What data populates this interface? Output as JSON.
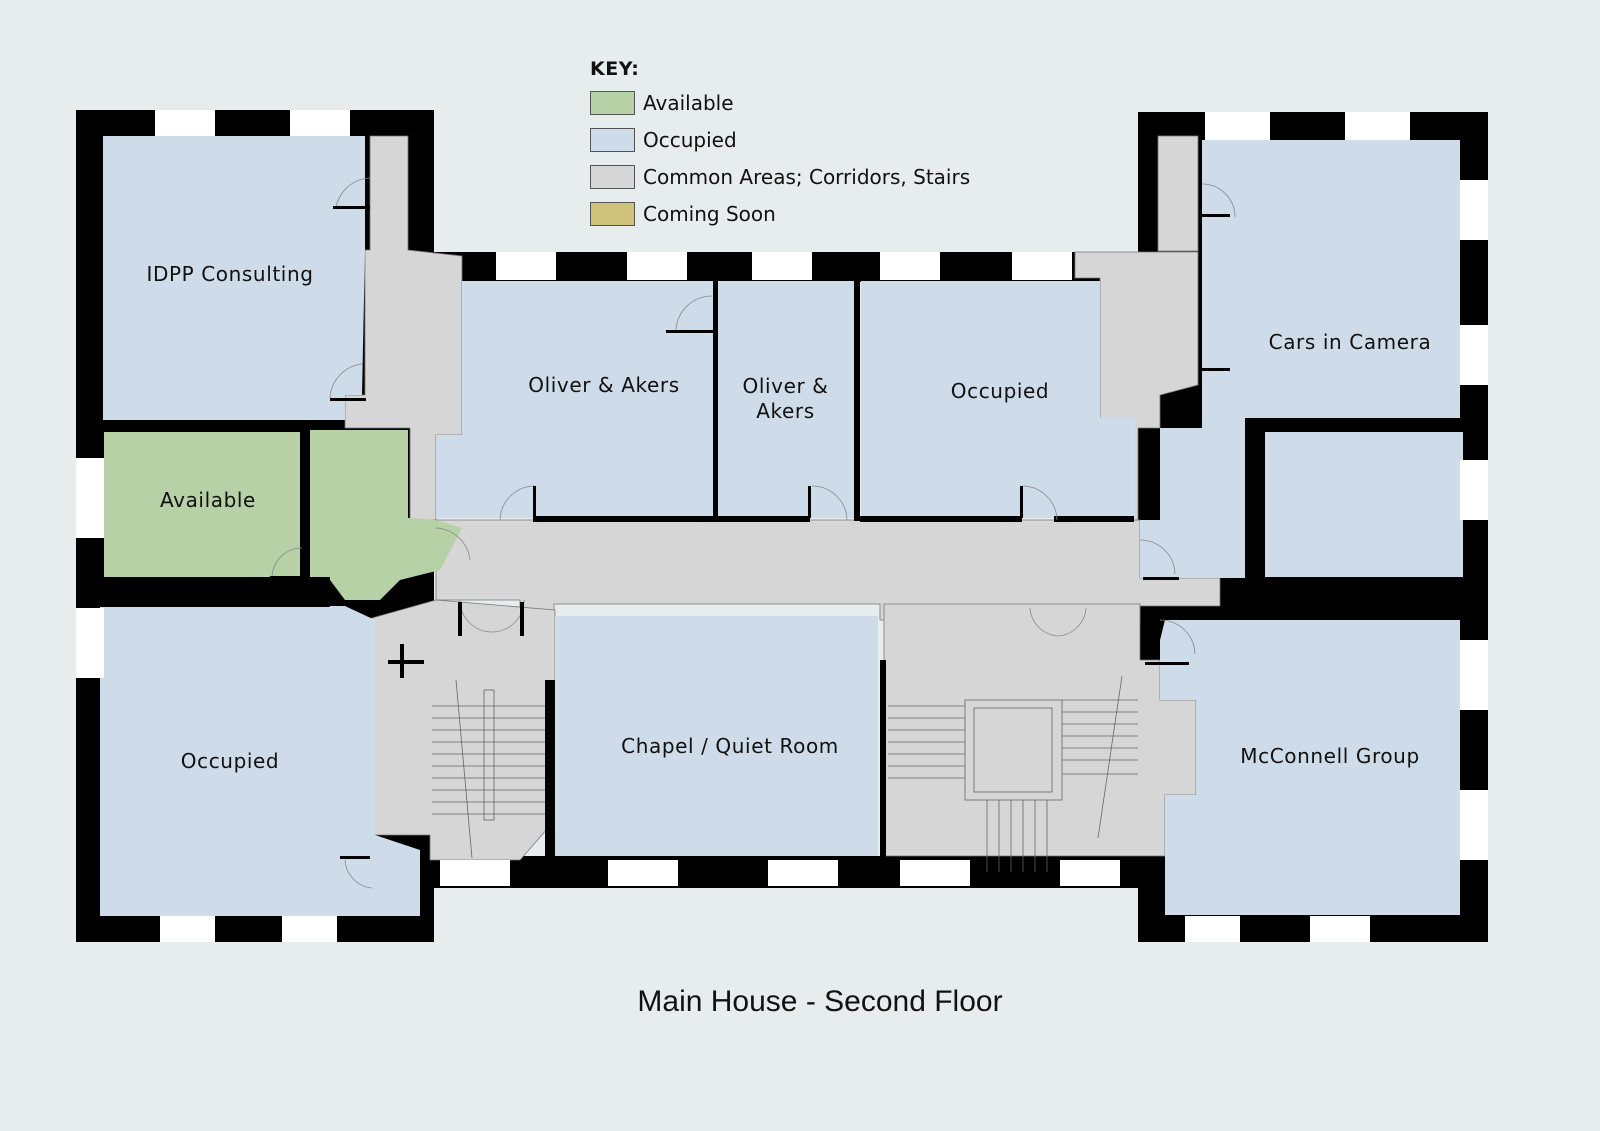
{
  "colors": {
    "background": "#e7ecec",
    "wall": "#000000",
    "available": "#b5d1a5",
    "occupied": "#cddce8",
    "common": "#d6d6d6",
    "coming_soon": "#cfc27a",
    "window": "#ffffff"
  },
  "key": {
    "title": "KEY:",
    "items": [
      {
        "label": "Available",
        "color": "#b5d1a5"
      },
      {
        "label": "Occupied",
        "color": "#cddce8"
      },
      {
        "label": "Common Areas; Corridors, Stairs",
        "color": "#d6d6d6"
      },
      {
        "label": "Coming Soon",
        "color": "#cfc27a"
      }
    ]
  },
  "rooms": [
    {
      "label": "IDPP Consulting",
      "status": "Occupied"
    },
    {
      "label": "Available",
      "status": "Available"
    },
    {
      "label": "Occupied",
      "status": "Occupied"
    },
    {
      "label": "Oliver & Akers",
      "status": "Occupied"
    },
    {
      "label": "Oliver & Akers",
      "status": "Occupied"
    },
    {
      "label": "Occupied",
      "status": "Occupied"
    },
    {
      "label": "Cars in Camera",
      "status": "Occupied"
    },
    {
      "label": "Chapel / Quiet Room",
      "status": "Occupied"
    },
    {
      "label": "McConnell Group",
      "status": "Occupied"
    }
  ],
  "rooms_split": {
    "oliver_small_line1": "Oliver &",
    "oliver_small_line2": "Akers"
  },
  "title": "Main House - Second Floor"
}
